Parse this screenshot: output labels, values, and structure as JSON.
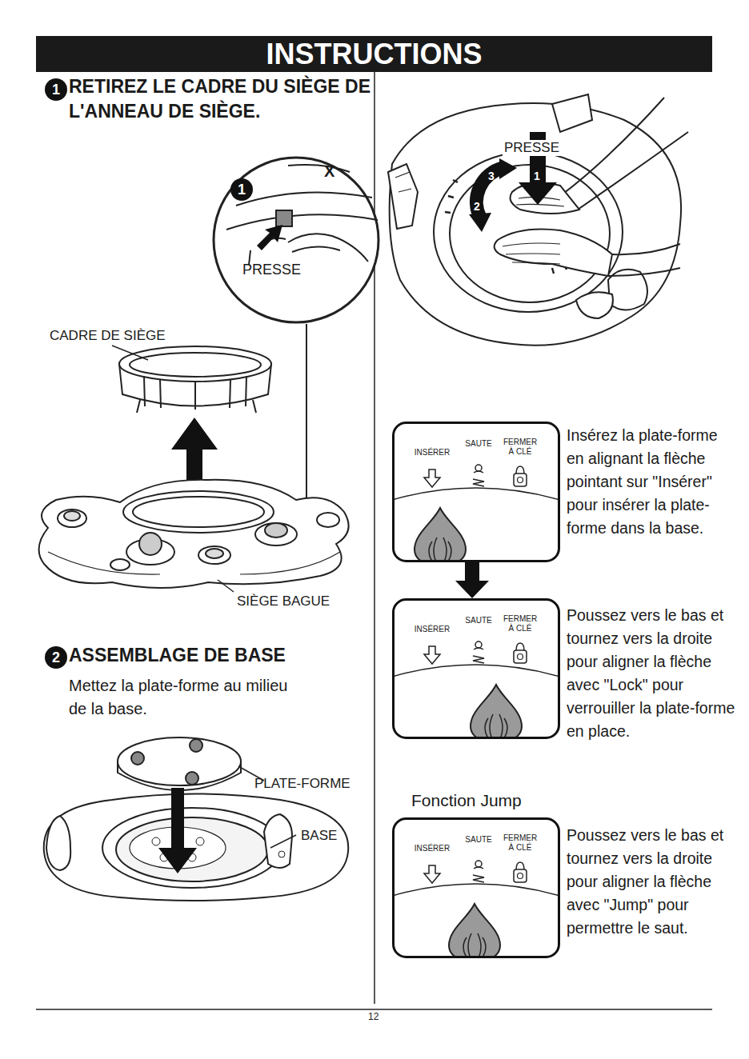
{
  "diagram": {
    "title": "INSTRUCTIONS",
    "nodes": [
      {
        "text": [
          "1",
          "X",
          "PRESSE"
        ]
      },
      {
        "text": [
          "INSÉRER",
          "SAUTE",
          "FERMER À CLÉ"
        ]
      },
      {
        "text": [
          "INSÉRER",
          "SAUTE",
          "FERMER À CLÉ"
        ]
      },
      {
        "text": [
          "INSÉRER",
          "SAUTE",
          "FERMER À CLÉ"
        ]
      }
    ],
    "edges": [
      {
        "from": 1,
        "to": 2,
        "arrow": "to"
      }
    ],
    "labels": [
      "1",
      "RETIREZ LE CADRE DU SIÈGE DE L'ANNEAU DE SIÈGE.",
      "CADRE DE SIÈGE",
      "SIÈGE BAGUE",
      "2",
      "ASSEMBLAGE DE BASE",
      "Mettez la plate-forme au milieu de la base.",
      "PLATE-FORME",
      "BASE",
      "PRESSE",
      "1",
      "2",
      "3",
      "Insérez la plate-forme en alignant la flèche pointant sur \"Insérer\" pour insérer la plate-forme dans la base.",
      "Poussez vers le bas et tournez vers la droite pour aligner la flèche avec \"Lock\" pour verrouiller la plate-forme en place.",
      "Fonction Jump",
      "Poussez vers le bas et tournez vers la droite pour aligner la flèche avec \"Jump\" pour permettre le saut.",
      "12"
    ]
  }
}
